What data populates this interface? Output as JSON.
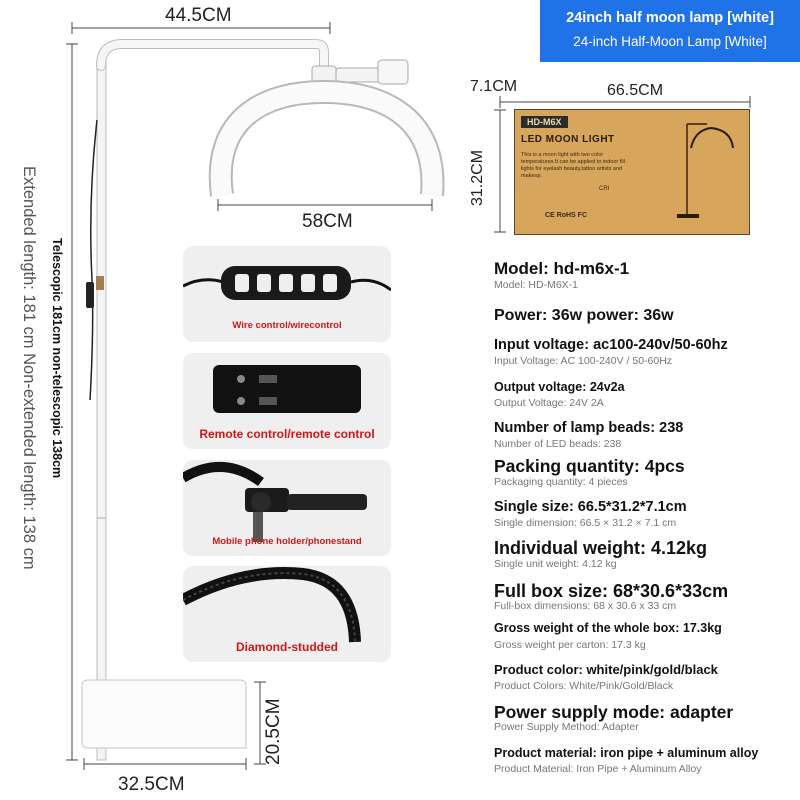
{
  "banner": {
    "title": "24inch half moon lamp [white]",
    "subtitle": "24-inch Half-Moon Lamp [White]"
  },
  "dimensions": {
    "top_width": "44.5CM",
    "arc_width": "58CM",
    "base_width": "32.5CM",
    "base_depth": "20.5CM",
    "box_depth": "7.1CM",
    "box_width": "66.5CM",
    "box_height": "31.2CM"
  },
  "side_labels": {
    "extended": "Extended length: 181 cm Non-extended length: 138 cm",
    "telescopic": "Telescopic 181cm non-telescopic 138cm"
  },
  "box_print": {
    "model": "HD-M6X",
    "title": "LED MOON LIGHT",
    "description": "This is a moon light with two color temperatures.It can be applied to indoor fill lights for eyelash beauty,tattoo artists and makeup.",
    "cri": "CRI",
    "cert": "CE RoHS FC"
  },
  "cards": [
    {
      "caption": "Wire control/wirecontrol"
    },
    {
      "caption": "Remote control/remote control"
    },
    {
      "caption": "Mobile phone holder/phonestand"
    },
    {
      "caption": "Diamond-studded"
    }
  ],
  "specs": [
    {
      "main": "Model: hd-m6x-1",
      "sub": "Model: HD-M6X-1"
    },
    {
      "main": "Power: 36w power: 36w",
      "sub": ""
    },
    {
      "main": "Input voltage: ac100-240v/50-60hz",
      "sub": "Input Voltage: AC 100-240V / 50-60Hz"
    },
    {
      "main": "Output voltage: 24v2a",
      "sub": "Output Voltage: 24V 2A"
    },
    {
      "main": "Number of lamp beads: 238",
      "sub": "Number of LED beads: 238"
    },
    {
      "main": "Packing quantity: 4pcs",
      "sub": "Packaging quantity: 4 pieces"
    },
    {
      "main": "Single size: 66.5*31.2*7.1cm",
      "sub": "Single dimension: 66.5 × 31.2 × 7.1 cm"
    },
    {
      "main": "Individual weight: 4.12kg",
      "sub": "Single unit weight: 4.12 kg"
    },
    {
      "main": "Full box size: 68*30.6*33cm",
      "sub": "Full-box dimensions: 68 x 30.6 x 33 cm"
    },
    {
      "main": "Gross weight of the whole box: 17.3kg",
      "sub": "Gross weight per carton: 17.3 kg"
    },
    {
      "main": "Product color: white/pink/gold/black",
      "sub": "Product Colors: White/Pink/Gold/Black"
    },
    {
      "main": "Power supply mode: adapter",
      "sub": "Power Supply Method: Adapter"
    },
    {
      "main": "Product material: iron pipe + aluminum alloy",
      "sub": "Product Material: Iron Pipe + Aluminum Alloy"
    }
  ],
  "colors": {
    "banner": "#1f73e6",
    "caption_red": "#d01818",
    "box_kraft": "#d8a55c",
    "card_bg": "#efefef"
  }
}
